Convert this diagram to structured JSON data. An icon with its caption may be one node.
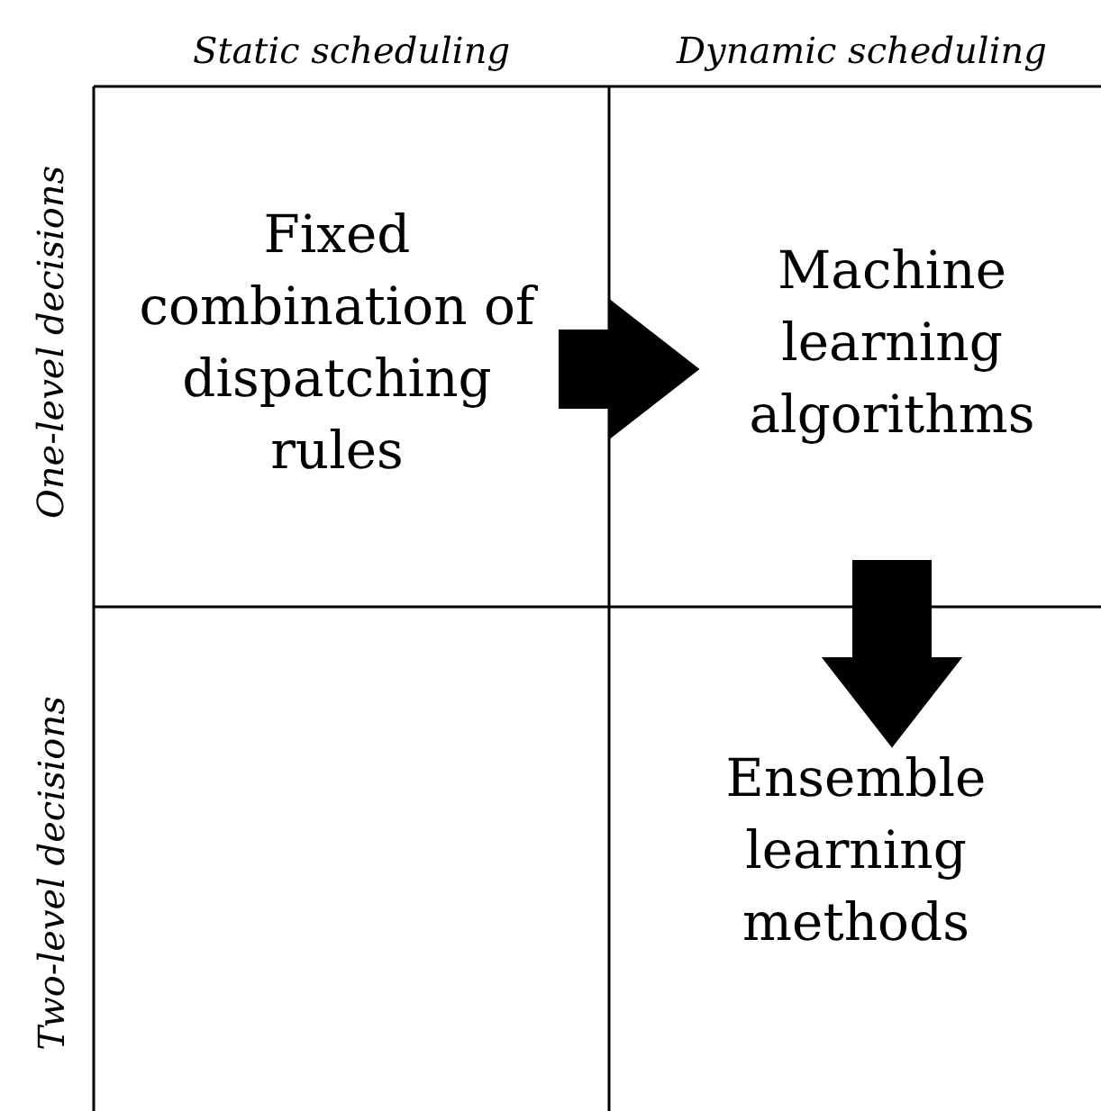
{
  "diagram": {
    "nodes": [
      {
        "text": [
          "Fixed combination of dispatching rules"
        ]
      },
      {
        "text": [
          "Machine learning algorithms"
        ]
      },
      {
        "text": [
          "Ensemble learning methods"
        ]
      }
    ],
    "edges": [
      {
        "from": 0,
        "to": 1,
        "arrow": "to",
        "style": "thick"
      },
      {
        "from": 1,
        "to": 2,
        "arrow": "to",
        "style": "thick"
      }
    ],
    "labels": [
      "Static scheduling",
      "Dynamic scheduling",
      "One-level decisions",
      "Two-level decisions"
    ]
  }
}
